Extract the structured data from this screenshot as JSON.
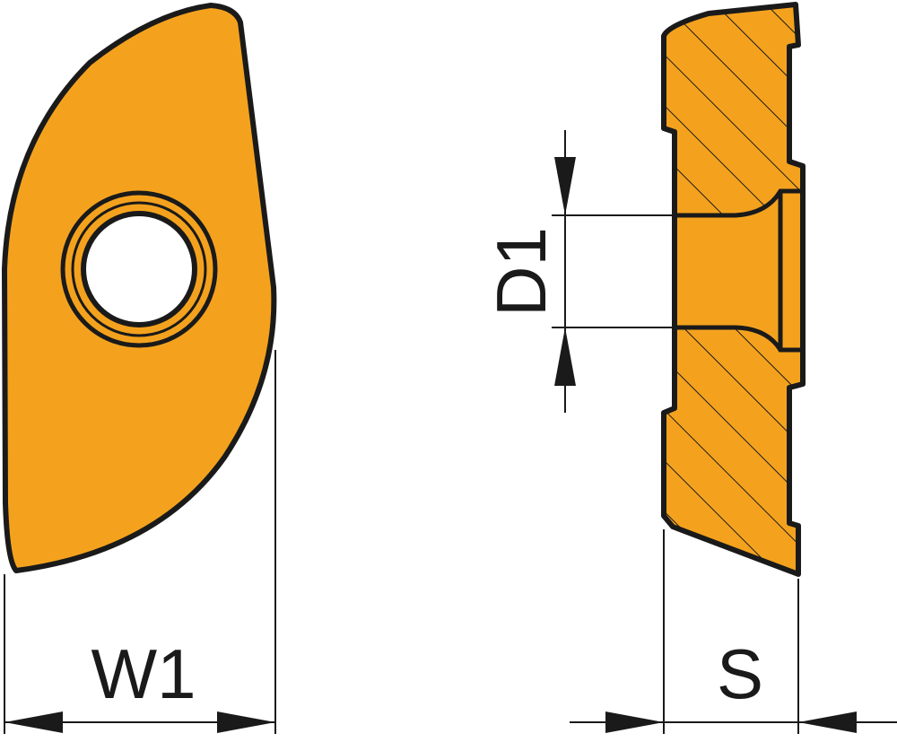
{
  "colors": {
    "insert_fill": "#F4A21E",
    "outline": "#1a1a1a",
    "background": "#ffffff"
  },
  "dimensions": {
    "width_label": "W1",
    "thickness_label": "S",
    "hole_diameter_label": "D1"
  }
}
